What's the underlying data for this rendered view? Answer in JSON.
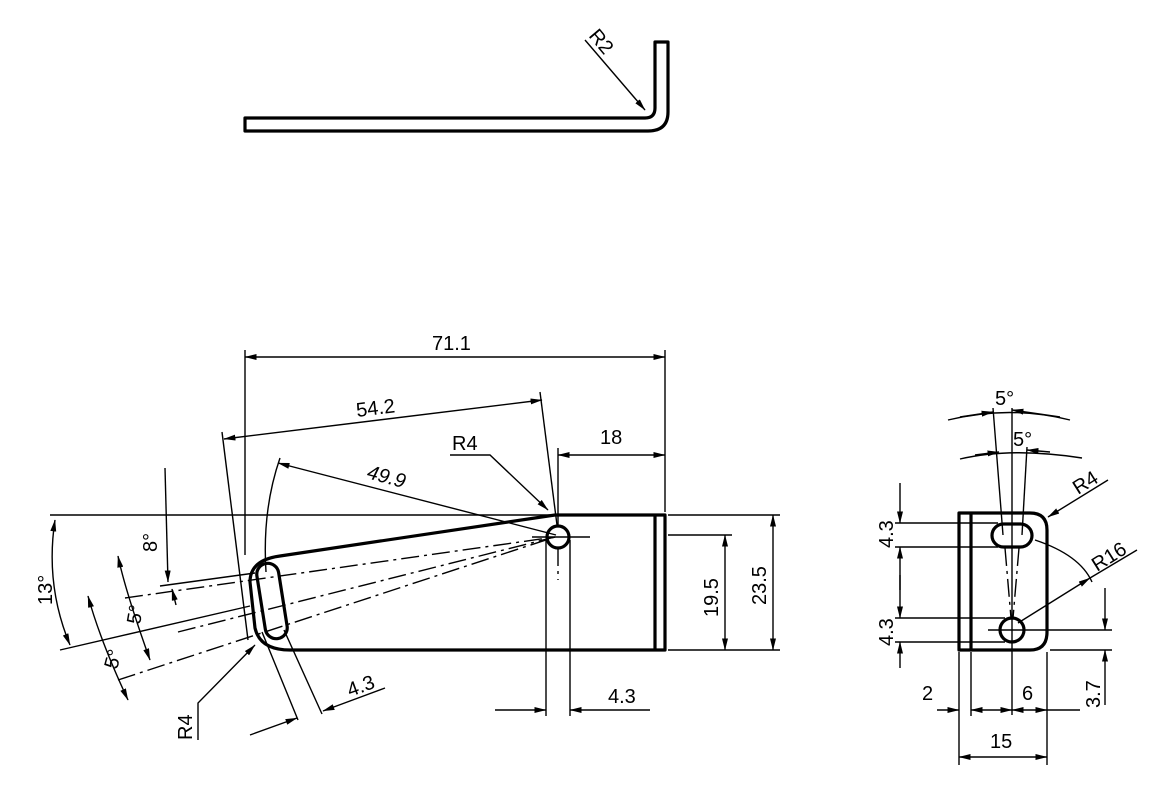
{
  "top_view": {
    "bend_radius": "R2"
  },
  "front_view": {
    "overall_length": "71.1",
    "slot_distance": "54.2",
    "hole_offset": "18",
    "hole_radius": "R4",
    "slot_radius_distance": "49.9",
    "inner_height": "19.5",
    "overall_height": "23.5",
    "hole_diameter": "4.3",
    "slot_width": "4.3",
    "corner_radius": "R4",
    "angle_total": "13°",
    "angle_top": "8°",
    "angle_mid": "5°",
    "angle_low": "5°"
  },
  "side_view": {
    "angle_outer": "5°",
    "angle_inner": "5°",
    "corner_radius": "R4",
    "arc_radius": "R16",
    "slot_height": "4.3",
    "hole_height": "4.3",
    "flange_thickness": "2",
    "hole_offset": "6",
    "hole_edge_distance": "3.7",
    "overall_width": "15"
  }
}
